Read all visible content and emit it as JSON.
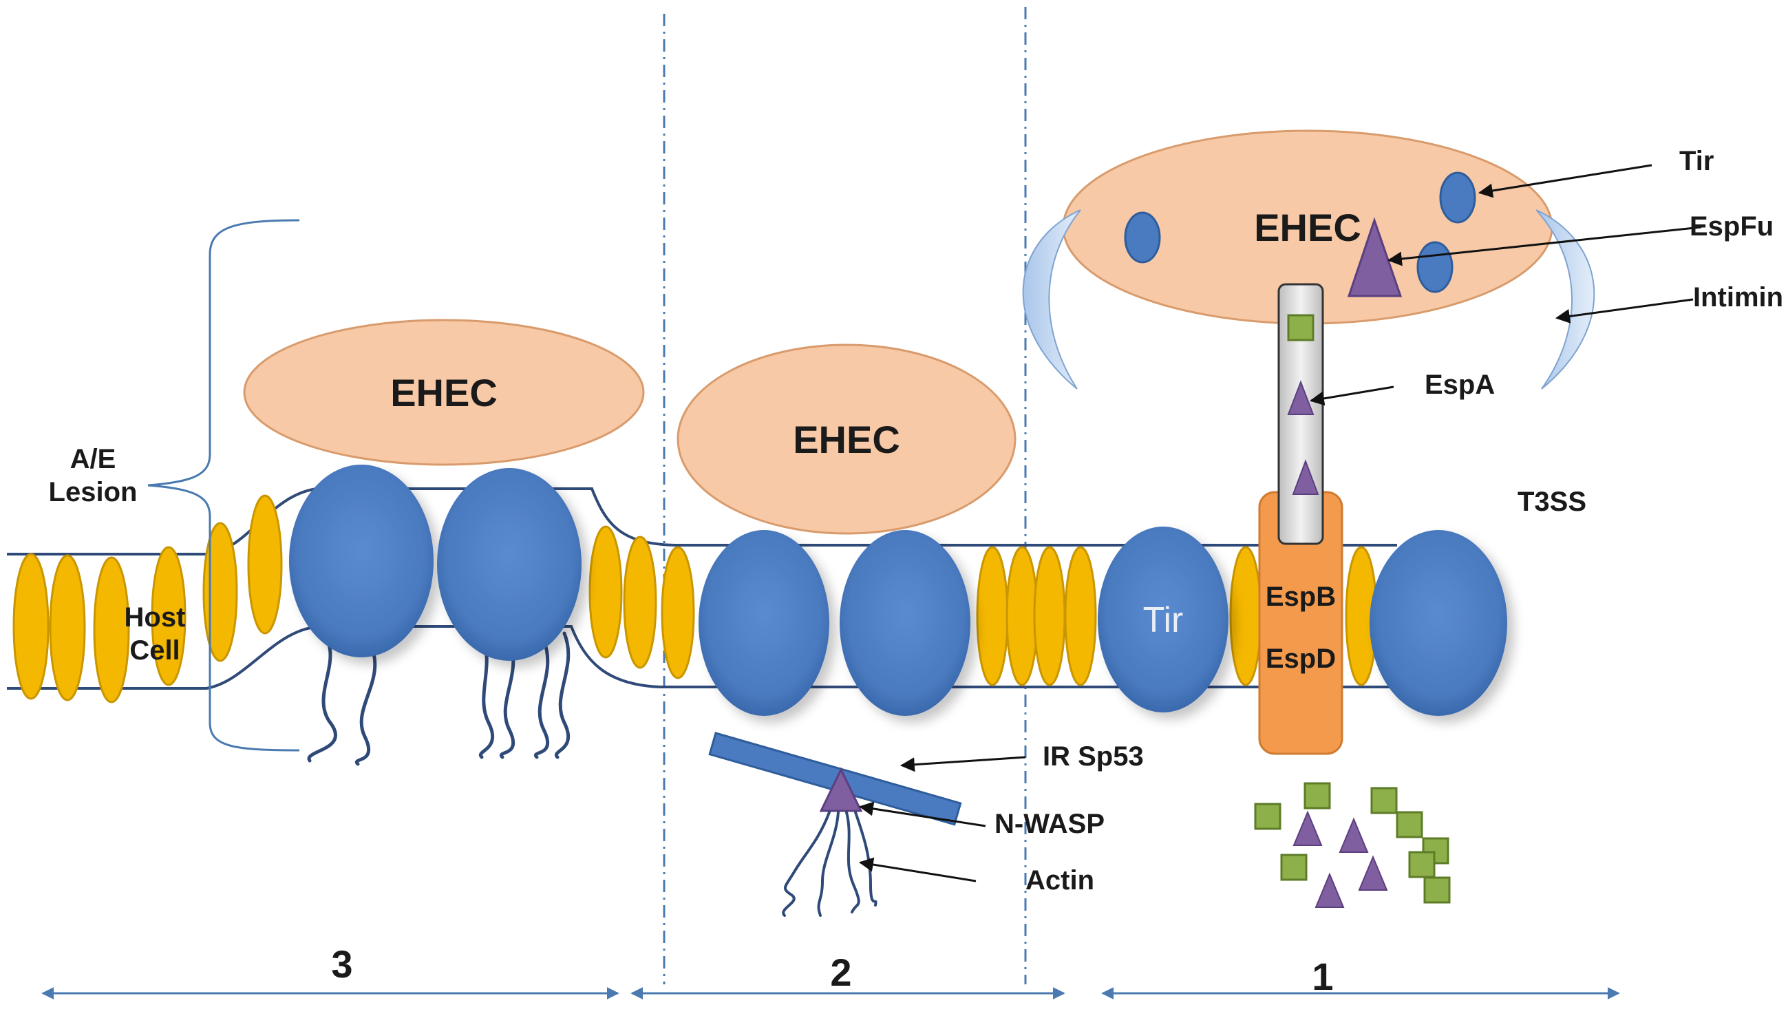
{
  "labels": {
    "ehec_left": "EHEC",
    "ehec_middle": "EHEC",
    "ehec_right": "EHEC",
    "ae_lesion_line1": "A/E",
    "ae_lesion_line2": "Lesion",
    "host_cell_line1": "Host",
    "host_cell_line2": "Cell",
    "tir_callout": "Tir",
    "espfu": "EspFu",
    "intimin": "Intimin",
    "espa": "EspA",
    "t3ss": "T3SS",
    "tir_membrane": "Tir",
    "espb": "EspB",
    "espd": "EspD",
    "irsp53": "IR Sp53",
    "nwasp": "N-WASP",
    "actin": "Actin"
  },
  "stages": [
    "3",
    "2",
    "1"
  ],
  "colors": {
    "bacterium_fill": "#f7c9a6",
    "bacterium_stroke": "#d99b6c",
    "membrane_protein": "#4a7abf",
    "membrane_protein_dark": "#2f5d9c",
    "lipid": "#f5b800",
    "lipid_stroke": "#c99600",
    "membrane_line": "#2f4a78",
    "t3ss_base": "#f39a4c",
    "espa_tube": "#d6d6d6",
    "effector_triangle": "#7f5fa0",
    "effector_square": "#8db04a",
    "intimin": "#cfe0f5",
    "guide": "#4a7ab0",
    "arrow": "#111111"
  },
  "icons": [
    "effector-triangle-icon",
    "effector-square-icon",
    "tir-oval-icon",
    "intimin-crescent-icon"
  ]
}
